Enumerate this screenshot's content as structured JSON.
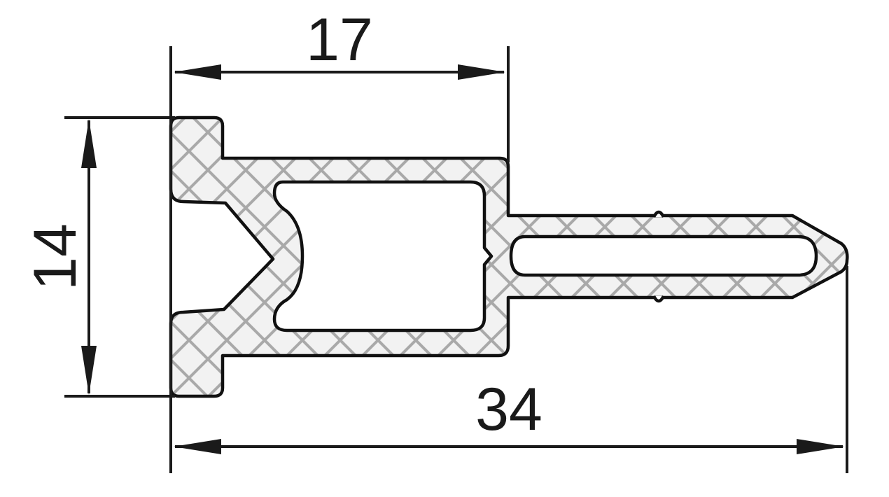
{
  "dimensions": {
    "top_width": "17",
    "overall_width": "34",
    "height": "14"
  },
  "colors": {
    "line": "#1a1a1a",
    "hatch": "#a9a9a9",
    "background": "#ffffff"
  }
}
